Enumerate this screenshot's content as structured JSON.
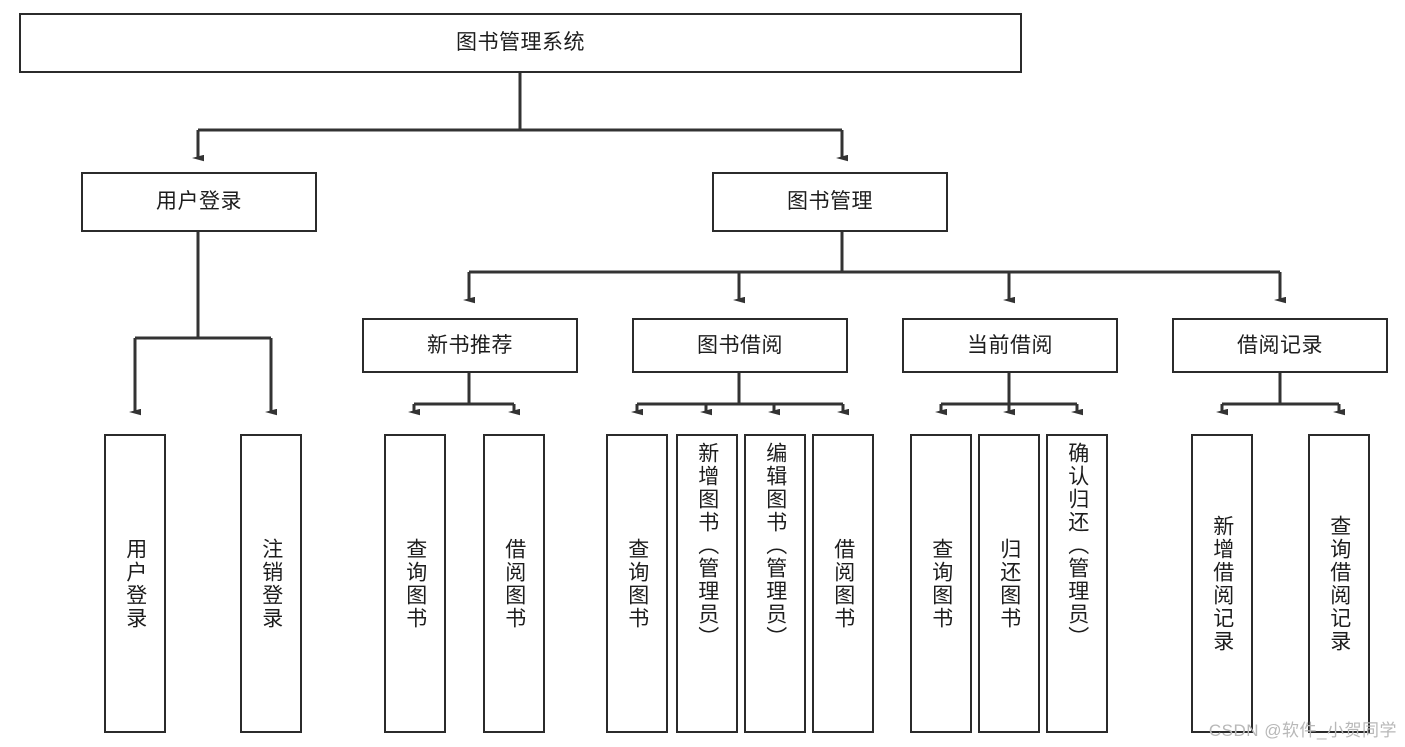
{
  "diagram": {
    "title": "图书管理系统",
    "type": "tree-hierarchy-diagram",
    "watermark": "CSDN @软件_小贺同学",
    "colors": {
      "box_border": "#2b2b2b",
      "box_fill": "#ffffff",
      "edge": "#333333",
      "text": "#1d1d1d",
      "watermark": "#b8b8b8",
      "background": "#ffffff"
    },
    "root": {
      "label": "图书管理系统"
    },
    "level2": [
      {
        "label": "用户登录"
      },
      {
        "label": "图书管理"
      }
    ],
    "level3": [
      {
        "label": "新书推荐"
      },
      {
        "label": "图书借阅"
      },
      {
        "label": "当前借阅"
      },
      {
        "label": "借阅记录"
      }
    ],
    "leaves": {
      "user_login": [
        {
          "label": "用户登录"
        },
        {
          "label": "注销登录"
        }
      ],
      "new_book_recommend": [
        {
          "label": "查询图书"
        },
        {
          "label": "借阅图书"
        }
      ],
      "book_borrow": [
        {
          "label": "查询图书"
        },
        {
          "label": "新增图书（管理员）"
        },
        {
          "label": "编辑图书（管理员）"
        },
        {
          "label": "借阅图书"
        }
      ],
      "current_borrow": [
        {
          "label": "查询图书"
        },
        {
          "label": "归还图书"
        },
        {
          "label": "确认归还（管理员）"
        }
      ],
      "borrow_record": [
        {
          "label": "新增借阅记录"
        },
        {
          "label": "查询借阅记录"
        }
      ]
    }
  }
}
